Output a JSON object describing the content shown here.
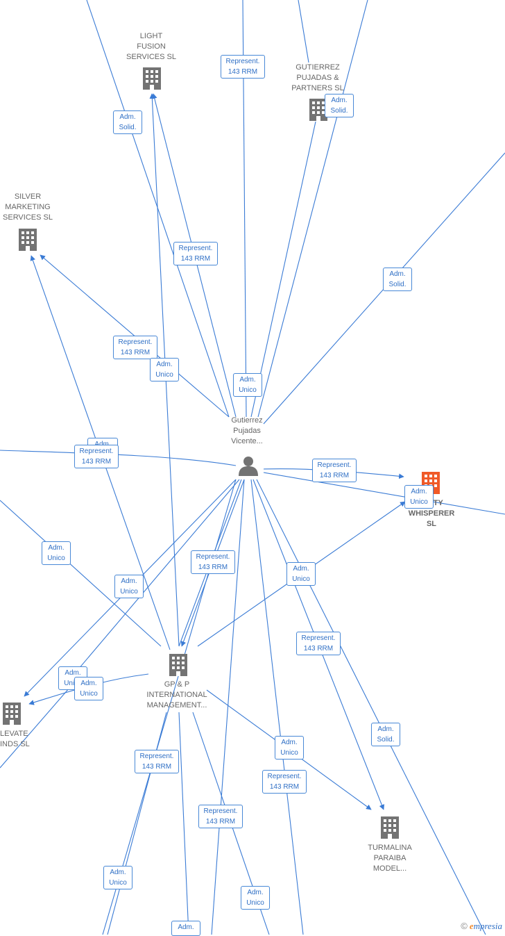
{
  "nodes": {
    "light_fusion": {
      "label": "LIGHT\nFUSION\nSERVICES  SL"
    },
    "gutierrez_partners": {
      "label": "GUTIERREZ\nPUJADAS &\nPARTNERS  SL"
    },
    "silver_marketing": {
      "label": "SILVER\nMARKETING\nSERVICES  SL"
    },
    "person": {
      "label": "Gutierrez\nPujadas\nVicente..."
    },
    "whisperer": {
      "label": "...SITY\nWHISPERER\nSL"
    },
    "gp_intl": {
      "label": "GP & P\nINTERNATIONAL\nMANAGEMENT..."
    },
    "elevate": {
      "label": "LEVATE\nINDS  SL"
    },
    "turmalina": {
      "label": "TURMALINA\nPARAIBA\nMODEL..."
    }
  },
  "badges": {
    "b1": {
      "l1": "Represent.",
      "l2": "143 RRM"
    },
    "b2": {
      "l1": "Adm.",
      "l2": "Solid."
    },
    "b3": {
      "l1": "Adm.",
      "l2": "Solid."
    },
    "b4": {
      "l1": "Represent.",
      "l2": "143 RRM"
    },
    "b5": {
      "l1": "Adm.",
      "l2": "Solid."
    },
    "b6": {
      "l1": "Represent.",
      "l2": "143 RRM"
    },
    "b7": {
      "l1": "Adm.",
      "l2": "Unico"
    },
    "b8": {
      "l1": "Adm.",
      "l2": "Unico"
    },
    "b9": {
      "l1": "Adm.",
      "l2": ""
    },
    "b10": {
      "l1": "Represent.",
      "l2": "143 RRM"
    },
    "b11": {
      "l1": "Represent.",
      "l2": "143 RRM"
    },
    "b12": {
      "l1": "Adm.",
      "l2": "Unico"
    },
    "b13": {
      "l1": "Adm.",
      "l2": "Unico"
    },
    "b14": {
      "l1": "Adm.",
      "l2": "Unico"
    },
    "b15": {
      "l1": "Represent.",
      "l2": "143 RRM"
    },
    "b16": {
      "l1": "Adm.",
      "l2": "Unico"
    },
    "b17": {
      "l1": "Represent.",
      "l2": "143 RRM"
    },
    "b18": {
      "l1": "Adm.",
      "l2": "Unico"
    },
    "b19": {
      "l1": "Adm.",
      "l2": "Unico"
    },
    "b20": {
      "l1": "Adm.",
      "l2": "Solid."
    },
    "b21": {
      "l1": "Represent.",
      "l2": "143 RRM"
    },
    "b22": {
      "l1": "Adm.",
      "l2": "Unico"
    },
    "b23": {
      "l1": "Represent.",
      "l2": "143 RRM"
    },
    "b24": {
      "l1": "Represent.",
      "l2": "143 RRM"
    },
    "b25": {
      "l1": "Adm.",
      "l2": "Unico"
    },
    "b26": {
      "l1": "Adm.",
      "l2": "Unico"
    },
    "b27": {
      "l1": "Adm.",
      "l2": ""
    }
  },
  "brand": {
    "copyright": "©",
    "e": "e",
    "name": "mpresia"
  },
  "colors": {
    "edge": "#3a7bd5",
    "building": "#737373",
    "focus_building": "#f05a28"
  }
}
